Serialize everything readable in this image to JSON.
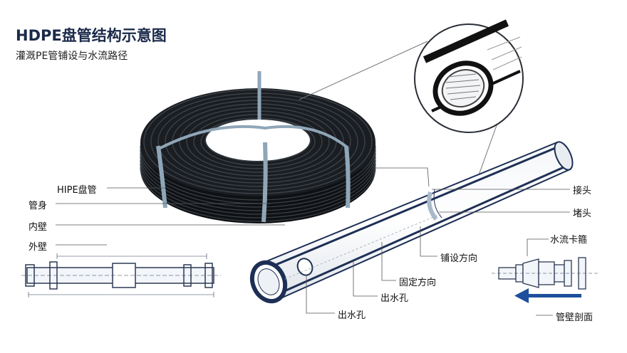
{
  "header": {
    "title": "HDPE盘管结构示意图",
    "subtitle": "灌溉PE管铺设与水流路径"
  },
  "labels": {
    "coil": "HIPE盘管",
    "body": "管身",
    "inner_wall": "内壁",
    "outer_wall": "外壁",
    "joint": "接头",
    "plug": "堵头",
    "clamp": "水流卡箍",
    "laying_dir": "铺设方向",
    "fix_dir": "固定方向",
    "outlet1": "出水孔",
    "outlet2": "出水孔",
    "wall_section": "管壁剖面"
  },
  "colors": {
    "coil": "#15181c",
    "strap": "#8fa6b8",
    "pipe_outline": "#1d2f55",
    "arrow": "#1d4f9c",
    "leader": "#555555"
  }
}
